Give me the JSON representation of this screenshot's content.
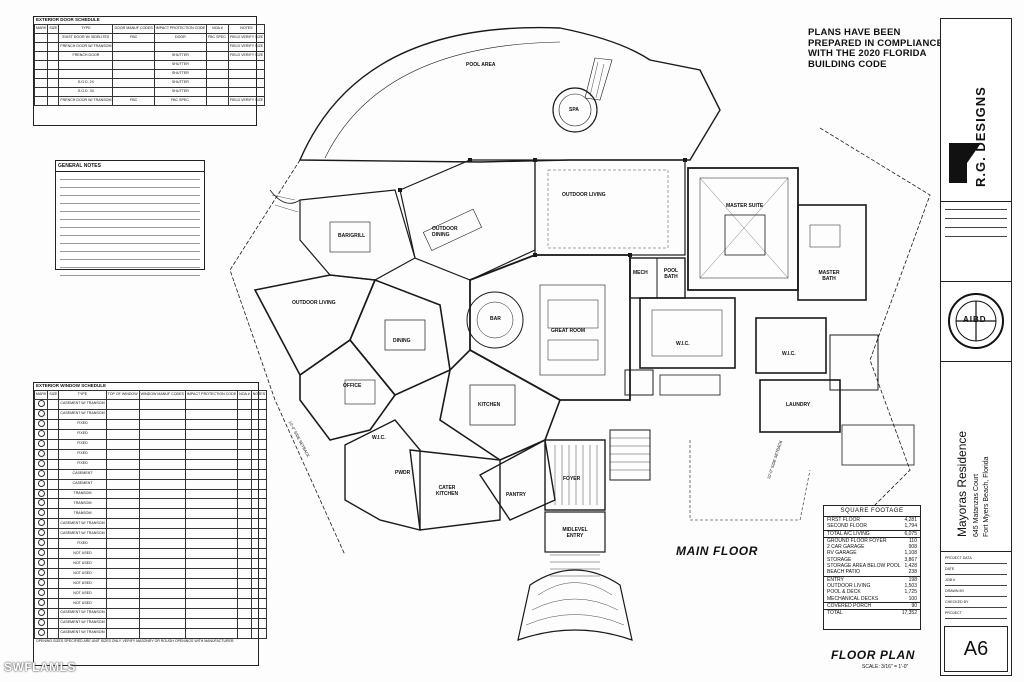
{
  "door_schedule": {
    "title": "EXTERIOR DOOR SCHEDULE",
    "headers": [
      "MARK",
      "SIZE",
      "TYPE",
      "DOOR MANUF CODES",
      "IMPACT PROTECTION CODE",
      "NOA #",
      "NOTES"
    ],
    "rows": [
      [
        "",
        "",
        "EXIST DOOR W/ SIDELITES",
        "FBC",
        "DOOR",
        "FBC SPEC.",
        "FIELD VERIFY SIZE"
      ],
      [
        "",
        "",
        "FRENCH DOOR W/ TRANSOM",
        "",
        "",
        "",
        "FIELD VERIFY SIZE"
      ],
      [
        "",
        "",
        "FRENCH DOOR",
        "",
        "SHUTTER",
        "",
        "FIELD VERIFY SIZE"
      ],
      [
        "",
        "",
        "",
        "",
        "SHUTTER",
        "",
        ""
      ],
      [
        "",
        "",
        "",
        "",
        "SHUTTER",
        "",
        ""
      ],
      [
        "",
        "",
        "S.G.D. 2X",
        "",
        "SHUTTER",
        "",
        ""
      ],
      [
        "",
        "",
        "S.G.D. 3X",
        "",
        "SHUTTER",
        "",
        ""
      ],
      [
        "",
        "",
        "FRENCH DOOR W/ TRANSOM",
        "FBC",
        "FBC SPEC.",
        "",
        "FIELD VERIFY SIZE"
      ]
    ]
  },
  "general_notes": {
    "title": "GENERAL NOTES"
  },
  "window_schedule": {
    "title": "EXTERIOR WINDOW SCHEDULE",
    "headers": [
      "MARK",
      "SIZE",
      "TYPE",
      "TOP OF WINDOW",
      "WINDOW MANUF CODES",
      "IMPACT PROTECTION CODE",
      "NOA #",
      "NOTES"
    ],
    "types": [
      "CASEMENT W/ TRANSOM",
      "CASEMENT W/ TRANSOM",
      "FIXED",
      "FIXED",
      "FIXED",
      "FIXED",
      "FIXED",
      "CASEMENT",
      "CASEMENT",
      "TRANSOM",
      "TRANSOM",
      "TRANSOM",
      "CASEMENT W/ TRANSOM",
      "CASEMENT W/ TRANSOM",
      "FIXED",
      "NOT USED",
      "NOT USED",
      "NOT USED",
      "NOT USED",
      "NOT USED",
      "NOT USED",
      "CASEMENT W/ TRANSOM",
      "CASEMENT W/ TRANSOM",
      "CASEMENT W/ TRANSOM"
    ],
    "footer": "OPENING SIZES SPECIFIED ARE UNIT SIZES ONLY. VERIFY MASONRY OR ROUGH OPENINGS WITH MANUFACTURER."
  },
  "compliance_note": [
    "PLANS HAVE BEEN",
    "PREPARED IN COMPLIANCE",
    "WITH THE 2020 FLORIDA",
    "BUILDING CODE"
  ],
  "rooms": {
    "pool_area": "POOL AREA",
    "spa": "SPA",
    "outdoor_living_top": "OUTDOOR LIVING",
    "outdoor_dining": "OUTDOOR DINING",
    "barbgrill": "BAR/GRILL",
    "outdoor_living_left": "OUTDOOR LIVING",
    "dining": "DINING",
    "bar": "BAR",
    "great_room": "GREAT ROOM",
    "office": "OFFICE",
    "kitchen": "KITCHEN",
    "cater_kitchen": "CATER KITCHEN",
    "pantry": "PANTRY",
    "foyer": "FOYER",
    "midlevel_entry": "MIDLEVEL ENTRY",
    "master_suite": "MASTER SUITE",
    "master_bath": "MASTER BATH",
    "pool_bath": "POOL BATH",
    "mech": "MECH",
    "wic_1": "W.I.C.",
    "wic_2": "W.I.C.",
    "laundry": "LAUNDRY",
    "powder": "PWDR",
    "wic_office": "W.I.C."
  },
  "setbacks": {
    "left": "10'-0\" SIDE SETBACK",
    "right": "10'-0\" SIDE SETBACK"
  },
  "square_footage": {
    "title": "SQUARE FOOTAGE",
    "groups": [
      [
        [
          "FIRST FLOOR",
          "4,281"
        ],
        [
          "SECOND FLOOR",
          "1,794"
        ]
      ],
      [
        [
          "TOTAL A/C LIVING",
          "6,075"
        ]
      ],
      [
        [
          "GROUND FLOOR FOYER",
          "110"
        ],
        [
          "2 CAR GARAGE",
          "908"
        ],
        [
          "RV GARAGE",
          "1,108"
        ],
        [
          "STORAGE",
          "3,867"
        ],
        [
          "STORAGE AREA BELOW POOL",
          "1,428"
        ],
        [
          "BEACH PATIO",
          "238"
        ]
      ],
      [
        [
          "ENTRY",
          "198"
        ],
        [
          "OUTDOOR LIVING",
          "1,503"
        ],
        [
          "POOL & DECK",
          "1,725"
        ],
        [
          "MECHANICAL DECKS",
          "100"
        ]
      ],
      [
        [
          "COVERED PORCH",
          "90"
        ]
      ],
      [
        [
          "TOTAL",
          "17,352"
        ]
      ]
    ]
  },
  "labels": {
    "main_floor": "MAIN FLOOR",
    "floor_plan": "FLOOR PLAN",
    "scale": "SCALE: 3/16\" = 1'-0\""
  },
  "title_block": {
    "firm": "R.G. DESIGNS",
    "project_name": "Mayoras Residence",
    "address_line1": "645 Matanzas Court",
    "address_line2": "Fort Myers Beach, Florida",
    "logo_text": "AIBD",
    "sheet": "A6",
    "side_labels": [
      "PROJECT DATA",
      "DATE",
      "JOB #",
      "DRAWN BY",
      "CHECKED BY",
      "PROJECT"
    ]
  },
  "watermark": "SWFLAMLS"
}
